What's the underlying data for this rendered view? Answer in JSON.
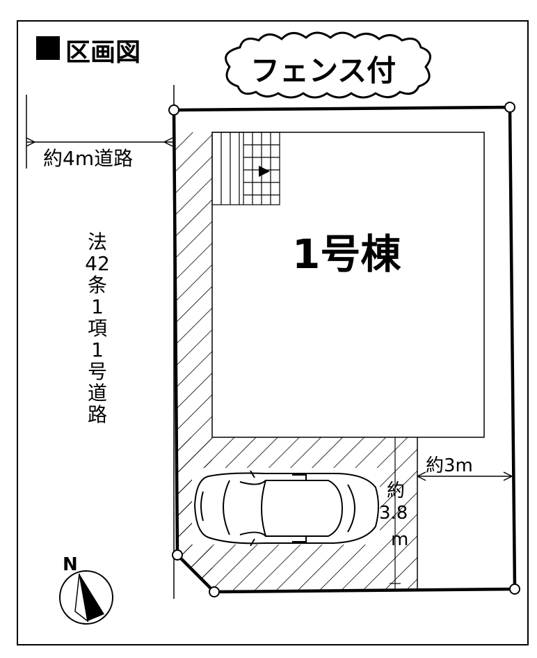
{
  "title": {
    "square_icon": "black-square-icon",
    "text": "区画図"
  },
  "badge": {
    "text": "フェンス付"
  },
  "road": {
    "width_label": "約4m道路",
    "type_label": "法42条1項1号道路"
  },
  "building": {
    "label": "1号棟"
  },
  "parking": {
    "width_label": "約3m",
    "length_label_lines": [
      "約",
      "3.8",
      "m"
    ],
    "car_icon": "car-icon"
  },
  "compass": {
    "label": "N",
    "icon": "north-arrow-icon"
  },
  "entrance_icon": "entrance-arrow-icon",
  "colors": {
    "ink": "#000000",
    "paper": "#ffffff"
  }
}
